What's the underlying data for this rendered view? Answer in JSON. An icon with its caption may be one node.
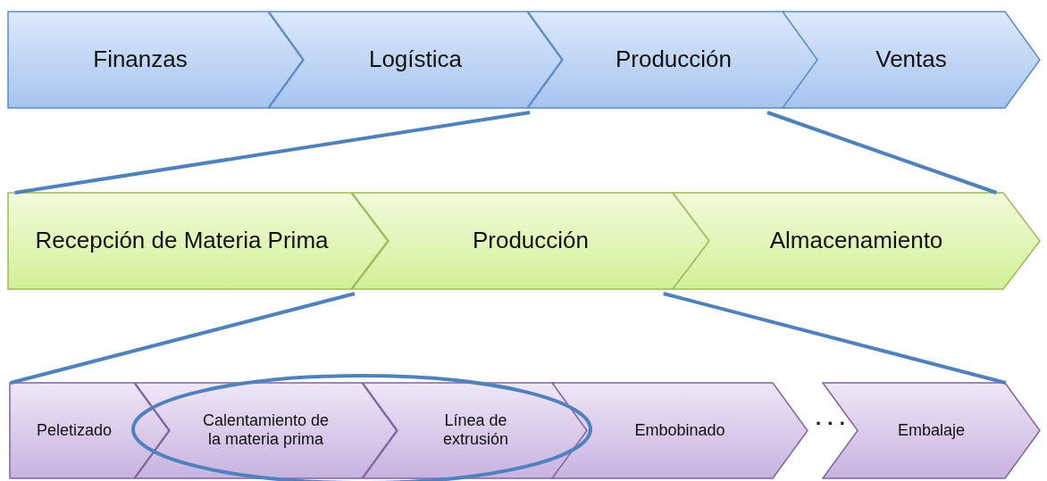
{
  "diagram": {
    "nodes": [
      {
        "text": [
          "Finanzas"
        ]
      },
      {
        "text": [
          "Logística"
        ]
      },
      {
        "text": [
          "Producción"
        ]
      },
      {
        "text": [
          "Ventas"
        ]
      },
      {
        "text": [
          "Recepción de Materia Prima"
        ]
      },
      {
        "text": [
          "Producción"
        ]
      },
      {
        "text": [
          "Almacenamiento"
        ]
      },
      {
        "text": [
          "Peletizado"
        ]
      },
      {
        "text": [
          "Calentamiento de la materia prima"
        ]
      },
      {
        "text": [
          "Línea de extrusión"
        ]
      },
      {
        "text": [
          "Embobinado"
        ]
      },
      {
        "text": [
          "Embalaje"
        ]
      }
    ],
    "edges": [
      {
        "from": 2,
        "to": 4,
        "arrow": "none"
      },
      {
        "from": 2,
        "to": 6,
        "arrow": "none"
      },
      {
        "from": 5,
        "to": 7,
        "arrow": "none"
      },
      {
        "from": 5,
        "to": 11,
        "arrow": "none"
      }
    ],
    "labels": [
      "· · ·"
    ]
  }
}
